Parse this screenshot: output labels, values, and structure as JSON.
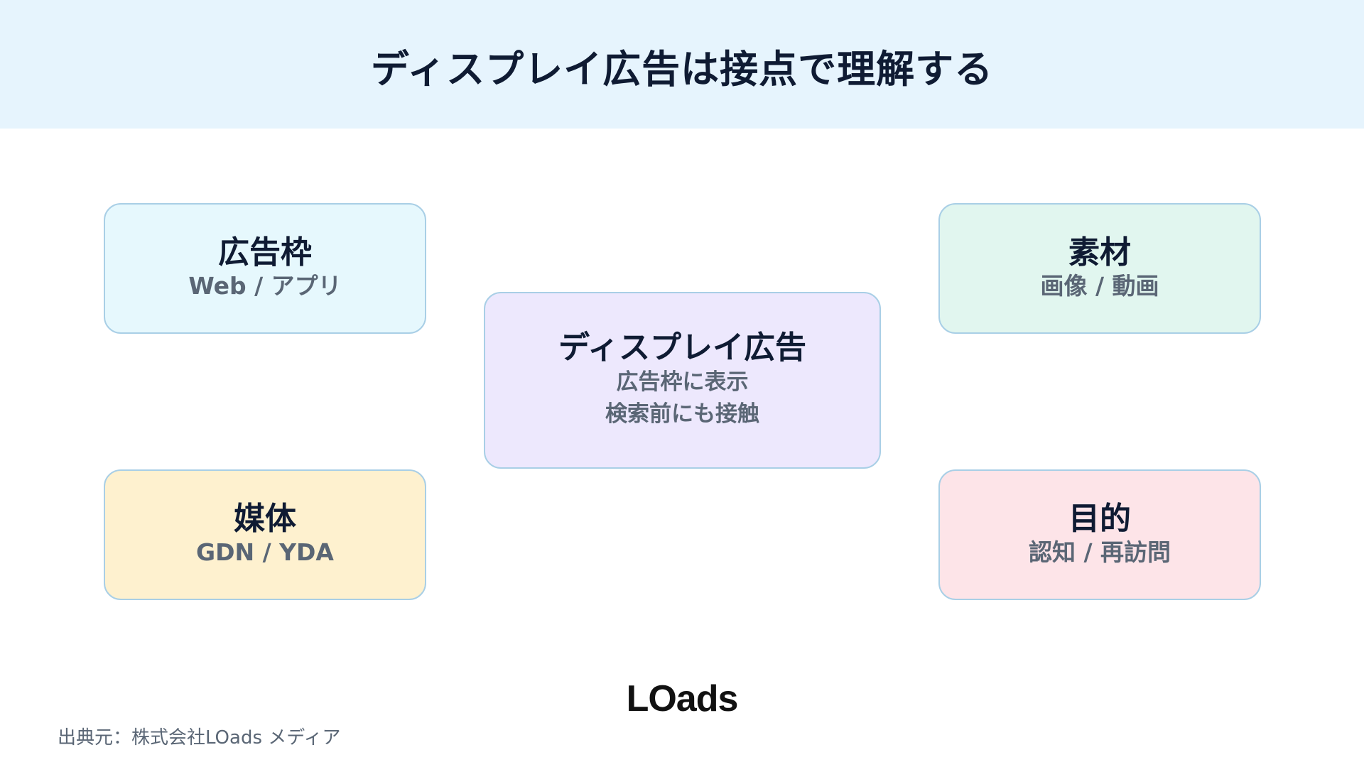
{
  "header": {
    "title": "ディスプレイ広告は接点で理解する"
  },
  "center": {
    "title": "ディスプレイ広告",
    "line1": "広告枠に表示",
    "line2": "検索前にも接触"
  },
  "cards": {
    "ad_slot": {
      "title": "広告枠",
      "sub": "Web / アプリ"
    },
    "creative": {
      "title": "素材",
      "sub": "画像 / 動画"
    },
    "media": {
      "title": "媒体",
      "sub": "GDN / YDA"
    },
    "purpose": {
      "title": "目的",
      "sub": "認知 / 再訪問"
    }
  },
  "logo": "LOads",
  "source": "出典元：株式会社LOads メディア",
  "colors": {
    "header_bg": "#e6f4fd",
    "ad_slot_bg": "#e6f8fd",
    "creative_bg": "#e1f6ef",
    "center_bg": "#ede8fd",
    "media_bg": "#fef1cf",
    "purpose_bg": "#fde4e8",
    "border": "#a9cfe6"
  }
}
